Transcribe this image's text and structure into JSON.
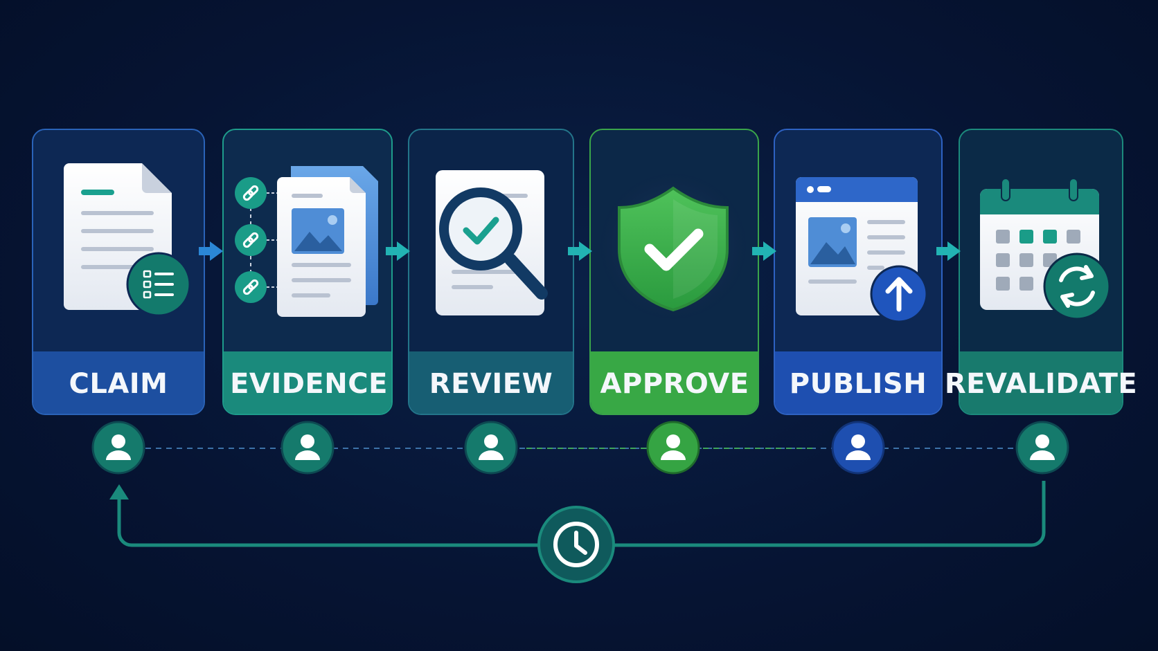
{
  "stages": [
    {
      "id": "claim",
      "label": "CLAIM",
      "icon": "document-list-icon",
      "color": "#1d4fa0"
    },
    {
      "id": "evidence",
      "label": "EVIDENCE",
      "icon": "linked-documents-icon",
      "color": "#1a8a7c"
    },
    {
      "id": "review",
      "label": "REVIEW",
      "icon": "magnifier-check-icon",
      "color": "#175e73"
    },
    {
      "id": "approve",
      "label": "APPROVE",
      "icon": "shield-check-icon",
      "color": "#38a845"
    },
    {
      "id": "publish",
      "label": "PUBLISH",
      "icon": "upload-page-icon",
      "color": "#1e4fb0"
    },
    {
      "id": "revalidate",
      "label": "REVALIDATE",
      "icon": "calendar-refresh-icon",
      "color": "#187a6d"
    }
  ],
  "owners": [
    "user-icon",
    "user-icon",
    "user-icon",
    "user-icon",
    "user-icon",
    "user-icon"
  ],
  "loop": {
    "icon": "clock-icon"
  }
}
